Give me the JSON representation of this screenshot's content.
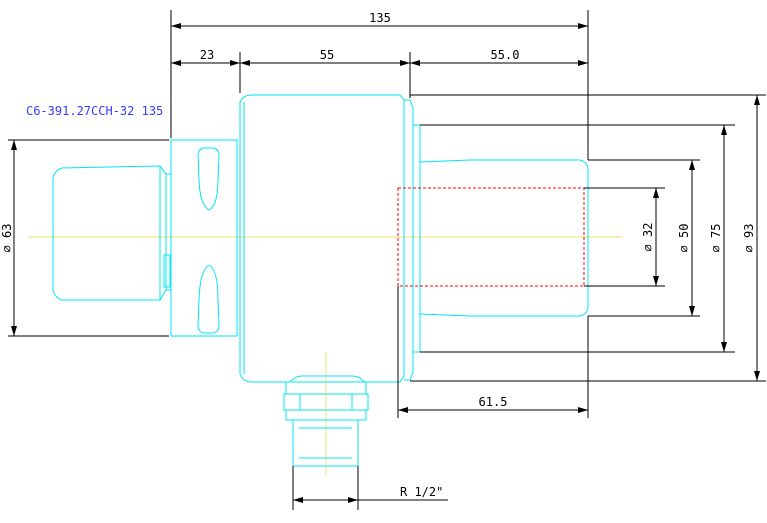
{
  "drawing": {
    "part_label": "C6-391.27CCH-32 135",
    "dimensions": {
      "overall_length": "135",
      "shank_length": "23",
      "body_length": "55",
      "front_length": "55.0",
      "bore_depth": "61.5",
      "thread": "R 1/2\"",
      "dia_shank": "⌀ 63",
      "dia_bore": "⌀ 32",
      "dia_front": "⌀ 50",
      "dia_flange": "⌀ 75",
      "dia_body": "⌀ 93"
    },
    "colors": {
      "outline": "#00e5f5",
      "dimension": "#000000",
      "centerline": "#e8e070",
      "hidden": "#ff0000",
      "label": "#3a3aff"
    }
  }
}
